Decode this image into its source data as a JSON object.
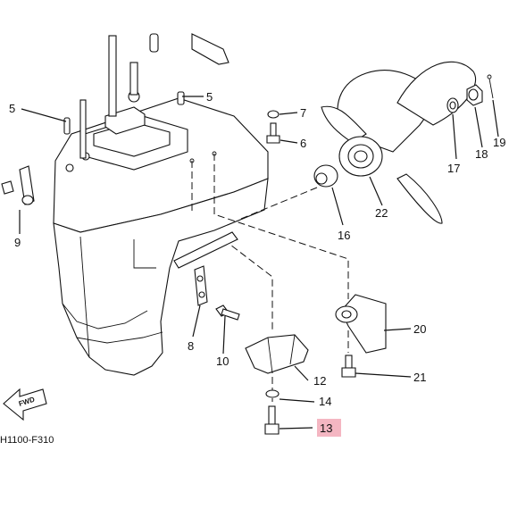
{
  "diagram": {
    "drawing_code": "H1100-F310",
    "fwd_label": "FWD",
    "highlight_color": "#f4b6c2",
    "callouts": {
      "c5a": "5",
      "c5b": "5",
      "c6": "6",
      "c7": "7",
      "c8": "8",
      "c9": "9",
      "c10": "10",
      "c12": "12",
      "c13": "13",
      "c14": "14",
      "c16": "16",
      "c17": "17",
      "c18": "18",
      "c19": "19",
      "c20": "20",
      "c21": "21",
      "c22": "22"
    }
  }
}
